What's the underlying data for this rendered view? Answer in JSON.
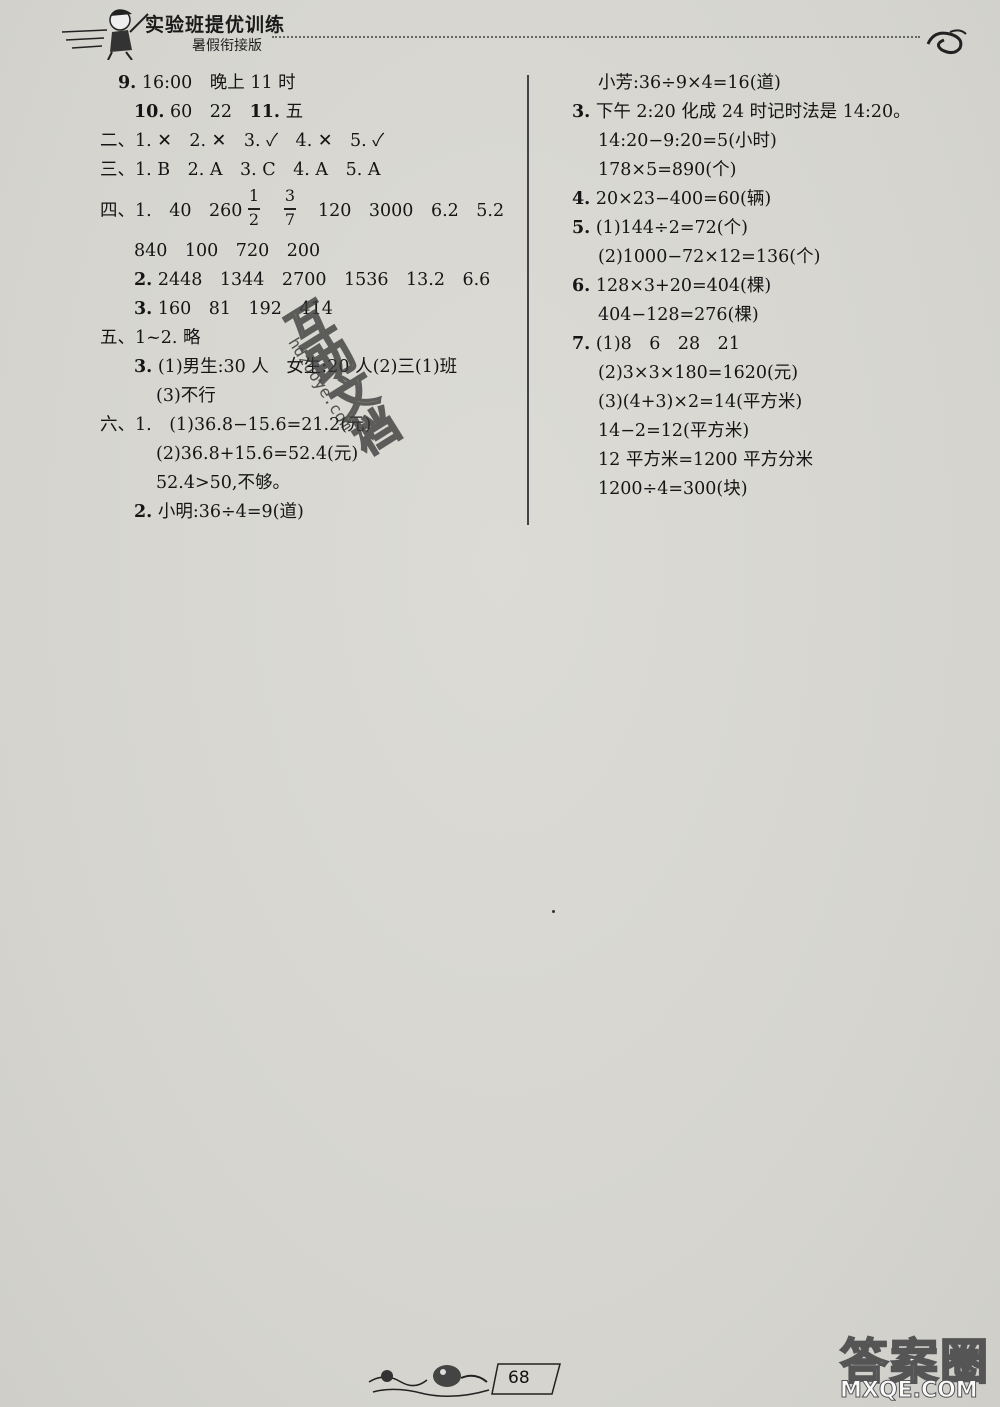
{
  "header": {
    "title": "实验班提优训练",
    "subtitle": "暑假衔接版"
  },
  "watermark": {
    "text": "互助文档",
    "url": "hdzuoye.com"
  },
  "left_column": [
    {
      "num": "9.",
      "text": "16:00　晚上 11 时"
    },
    {
      "num": "10.",
      "text": "60　22　",
      "num2": "11.",
      "text2": "五"
    },
    {
      "prefix": "二、",
      "text": "1. ✕　2. ✕　3. ✓　4. ✕　5. ✓"
    },
    {
      "prefix": "三、",
      "text": "1. B　2. A　3. C　4. A　5. A"
    },
    {
      "prefix": "四、",
      "text_a": "1.　40　260",
      "text_b": "120　3000　6.2　5.2"
    },
    {
      "text": "840　100　720　200"
    },
    {
      "num": "2.",
      "text": "2448　1344　2700　1536　13.2　6.6"
    },
    {
      "num": "3.",
      "text": "160　81　192　414"
    },
    {
      "prefix": "五、",
      "text": "1~2. 略"
    },
    {
      "num": "3.",
      "text": "(1)男生:30 人　女生:20 人(2)三(1)班"
    },
    {
      "text": "(3)不行"
    },
    {
      "prefix": "六、",
      "text": "1.　(1)36.8−15.6=21.2(元)"
    },
    {
      "text": "(2)36.8+15.6=52.4(元)"
    },
    {
      "text": "52.4>50,不够。"
    },
    {
      "num": "2.",
      "text": "小明:36÷4=9(道)"
    }
  ],
  "fractions": [
    {
      "numerator": "1",
      "denominator": "2"
    },
    {
      "numerator": "3",
      "denominator": "7"
    }
  ],
  "right_column": [
    {
      "text": "小芳:36÷9×4=16(道)"
    },
    {
      "num": "3.",
      "text": "下午 2:20 化成 24 时记时法是 14:20。"
    },
    {
      "text": "14:20−9:20=5(小时)"
    },
    {
      "text": "178×5=890(个)"
    },
    {
      "num": "4.",
      "text": "20×23−400=60(辆)"
    },
    {
      "num": "5.",
      "text": "(1)144÷2=72(个)"
    },
    {
      "text": "(2)1000−72×12=136(个)"
    },
    {
      "num": "6.",
      "text": "128×3+20=404(棵)"
    },
    {
      "text": "404−128=276(棵)"
    },
    {
      "num": "7.",
      "text": "(1)8　6　28　21"
    },
    {
      "text": "(2)3×3×180=1620(元)"
    },
    {
      "text": "(3)(4+3)×2=14(平方米)"
    },
    {
      "text": "14−2=12(平方米)"
    },
    {
      "text": "12 平方米=1200 平方分米"
    },
    {
      "text": "1200÷4=300(块)"
    }
  ],
  "footer": {
    "page_number": "68"
  },
  "corner_logo": {
    "text": "答案圈",
    "url": "MXQE.COM"
  }
}
